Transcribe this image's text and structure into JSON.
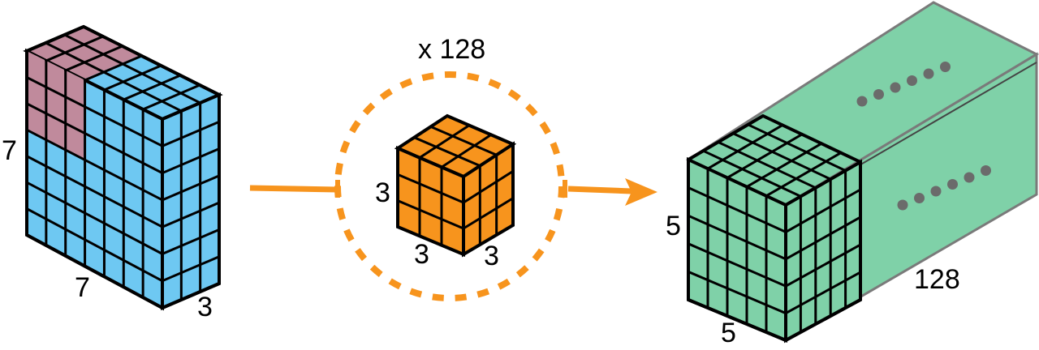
{
  "labels": {
    "input_height": "7",
    "input_width": "7",
    "input_depth": "3",
    "filter_count": "x 128",
    "kernel_height": "3",
    "kernel_width": "3",
    "kernel_depth": "3",
    "output_height": "5",
    "output_width": "5",
    "output_depth": "128"
  },
  "colors": {
    "input_face": "#6ec8f2",
    "input_highlight": "#c08a9c",
    "kernel": "#f7941d",
    "kernel_circle": "#f7941d",
    "arrow": "#f7941d",
    "output": "#7fd1a8",
    "output_edge": "#7a7a7a",
    "dots": "#6b6b6b"
  }
}
